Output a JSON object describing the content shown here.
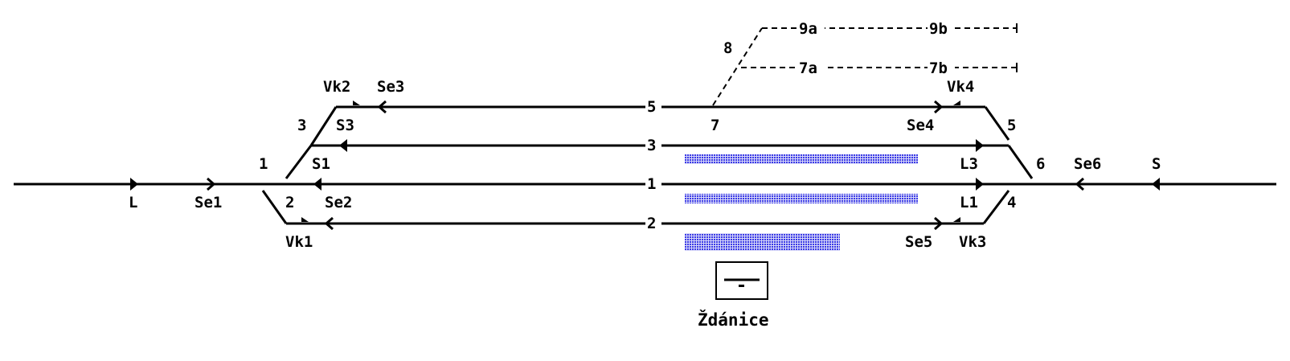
{
  "station": {
    "name": "Ždánice",
    "platform_color": "#3030e0"
  },
  "tracks": {
    "t1": "1",
    "t2": "2",
    "t3": "3",
    "t5": "5",
    "t7a": "7a",
    "t7b": "7b",
    "t9a": "9a",
    "t9b": "9b",
    "t8": "8"
  },
  "switches": {
    "s1": "1",
    "s2": "2",
    "s3": "3",
    "s4": "4",
    "s5": "5",
    "s6": "6",
    "s7": "7"
  },
  "signals": {
    "L": "L",
    "Se1": "Se1",
    "Vk1": "Vk1",
    "Vk2": "Vk2",
    "Se3": "Se3",
    "S3": "S3",
    "S1": "S1",
    "Se2": "Se2",
    "Vk4": "Vk4",
    "Se4": "Se4",
    "L3": "L3",
    "L1": "L1",
    "Se5": "Se5",
    "Vk3": "Vk3",
    "Se6": "Se6",
    "S": "S"
  }
}
